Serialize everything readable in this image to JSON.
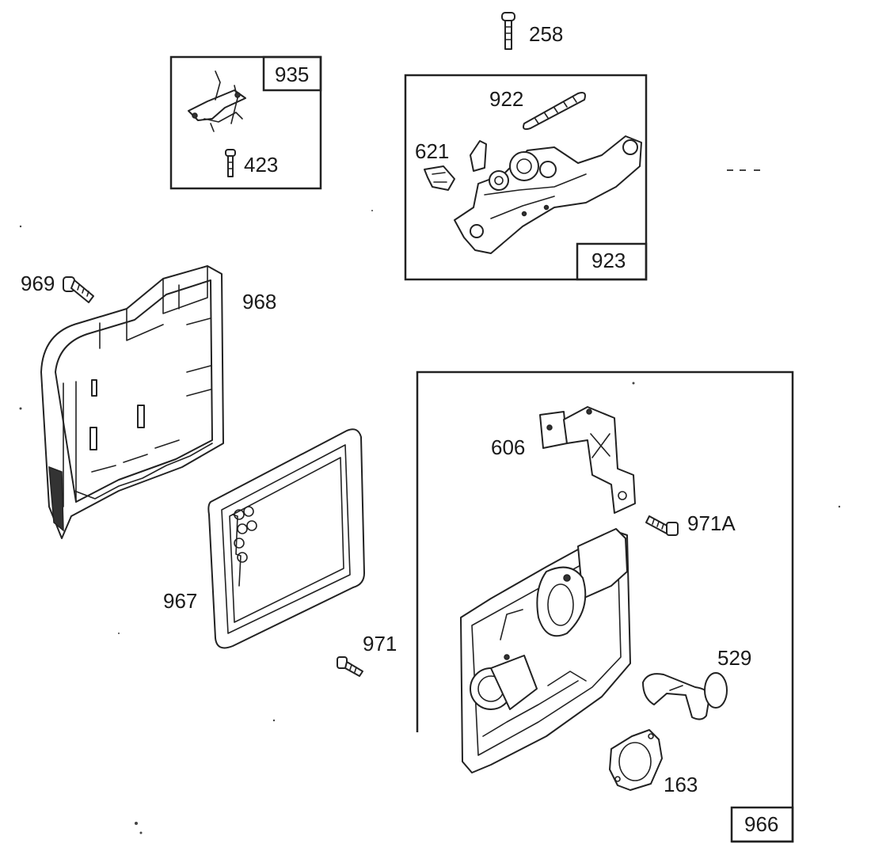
{
  "diagram": {
    "kit_labels": {
      "governor_kit": "935",
      "control_kit": "923",
      "base_kit": "966"
    },
    "part_labels": {
      "p258": "258",
      "p423": "423",
      "p922": "922",
      "p621": "621",
      "p969": "969",
      "p968": "968",
      "p967": "967",
      "p971": "971",
      "p606": "606",
      "p971a": "971A",
      "p529": "529",
      "p163": "163"
    }
  }
}
